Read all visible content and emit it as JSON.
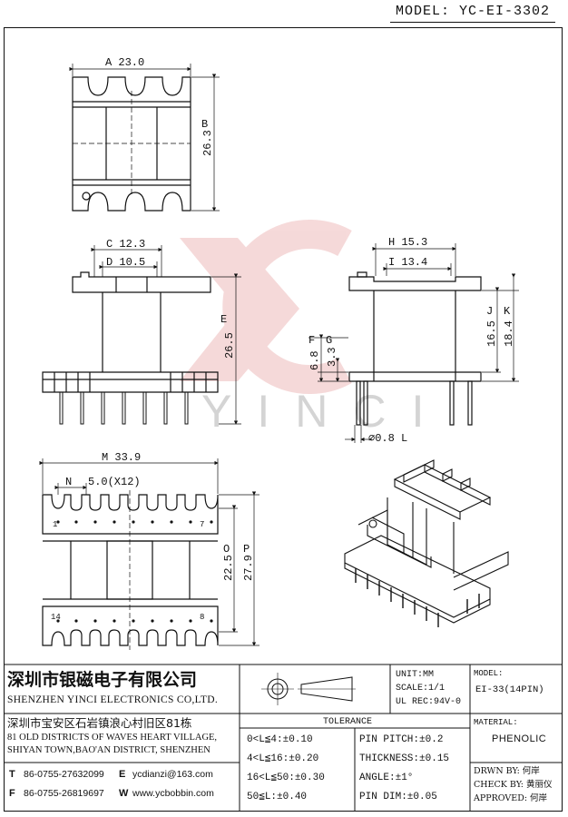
{
  "header": {
    "model_title": "MODEL: YC-EI-3302"
  },
  "watermark": {
    "text": "YINCI"
  },
  "dims": {
    "a": "A 23.0",
    "b": "B",
    "b_val": "26.3",
    "c": "C 12.3",
    "d": "D 10.5",
    "e": "E",
    "e_val": "26.5",
    "f": "F",
    "f_val": "6.8",
    "g": "G",
    "g_val": "3.3",
    "h": "H 15.3",
    "i": "I 13.4",
    "j": "J",
    "j_val": "16.5",
    "k": "K",
    "k_val": "18.4",
    "l": "∅0.8  L",
    "m": "M 33.9",
    "n": "N",
    "pitch": "5.0(X12)",
    "o": "O",
    "o_val": "22.5",
    "p": "P",
    "p_val": "27.9",
    "pin_1": "1",
    "pin_7": "7",
    "pin_14": "14",
    "pin_8": "8"
  },
  "company": {
    "name_cn": "深圳市银磁电子有限公司",
    "name_en": "SHENZHEN YINCI ELECTRONICS CO,LTD.",
    "address_cn": "深圳市宝安区石岩镇浪心村旧区81栋",
    "address_en_1": "81 OLD DISTRICTS OF WAVES HEART VILLAGE,",
    "address_en_2": "SHIYAN TOWN,BAO'AN DISTRICT, SHENZHEN",
    "tel_label": "T",
    "tel": "86-0755-27632099",
    "email_label": "E",
    "email": "ycdianzi@163.com",
    "fax_label": "F",
    "fax": "86-0755-26819697",
    "web_label": "W",
    "web": "www.ycbobbin.com"
  },
  "specs": {
    "unit": "UNIT:MM",
    "scale": "SCALE:1/1",
    "ul_rec": "UL REC:94V-0",
    "tolerance_title": "TOLERANCE",
    "tolerances": [
      "0<L≦4:±0.10",
      "4<L≦16:±0.20",
      "16<L≦50:±0.30",
      "50≦L:±0.40"
    ],
    "pin_specs": [
      "PIN PITCH:±0.2",
      "THICKNESS:±0.15",
      "ANGLE:±1°",
      "PIN DIM:±0.05"
    ],
    "model_label": "MODEL:",
    "model_value": "EI-33(14PIN)",
    "material_label": "MATERIAL:",
    "material_value": "PHENOLIC",
    "drawn_by": "DRWN BY: 何岸",
    "check_by": "CHECK BY: 黄丽仪",
    "approved": "APPROVED: 何岸"
  }
}
